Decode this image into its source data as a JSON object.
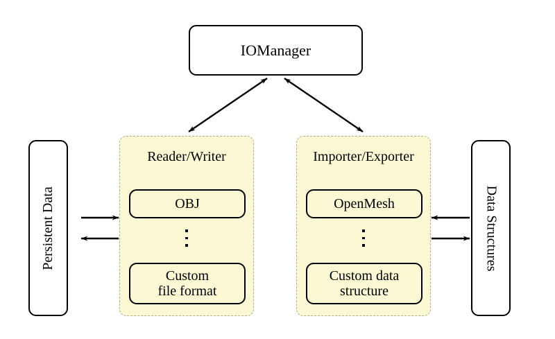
{
  "diagram": {
    "title_node": {
      "label": "IOManager"
    },
    "left_side_node": {
      "label": "Persistent Data"
    },
    "right_side_node": {
      "label": "Data Structures"
    },
    "groups": [
      {
        "title": "Reader/Writer",
        "top_item": "OBJ",
        "ellipsis": "⋮",
        "bottom_item_line1": "Custom",
        "bottom_item_line2": "file format"
      },
      {
        "title": "Importer/Exporter",
        "top_item": "OpenMesh",
        "ellipsis": "⋮",
        "bottom_item_line1": "Custom data",
        "bottom_item_line2": "structure"
      }
    ],
    "connections": [
      {
        "name": "iomanager-to-reader-writer",
        "style": "double-headed-diagonal"
      },
      {
        "name": "iomanager-to-importer-exporter",
        "style": "double-headed-diagonal"
      },
      {
        "name": "persistent-data-to-reader-writer",
        "style": "arrow-right"
      },
      {
        "name": "reader-writer-to-persistent-data",
        "style": "arrow-left"
      },
      {
        "name": "data-structures-to-importer-exporter",
        "style": "arrow-left"
      },
      {
        "name": "importer-exporter-to-data-structures",
        "style": "arrow-right"
      }
    ],
    "colors": {
      "group_fill": "#fbf8d4",
      "group_border": "#b3ad8e",
      "node_border": "#000000",
      "node_fill": "#ffffff",
      "text": "#000000",
      "background": "#ffffff"
    }
  }
}
